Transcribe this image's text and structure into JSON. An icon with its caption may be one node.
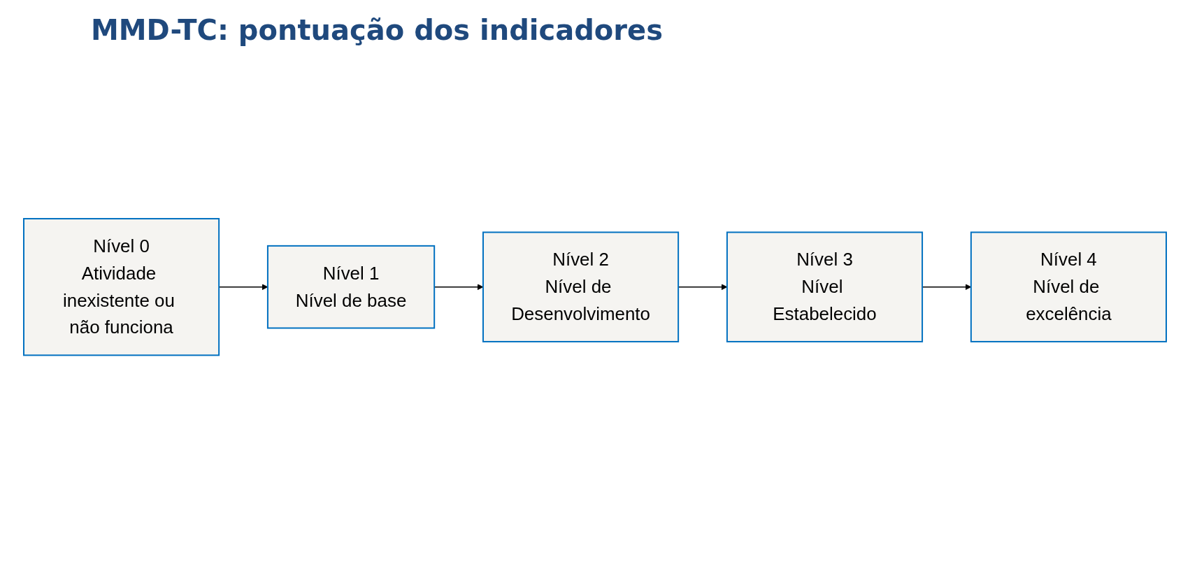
{
  "diagram": {
    "title": "MMD-TC: pontuação dos indicadores",
    "nodes": [
      {
        "text": [
          "Nível 0",
          "Atividade inexistente ou não funciona"
        ]
      },
      {
        "text": [
          "Nível 1",
          "Nível de base"
        ]
      },
      {
        "text": [
          "Nível 2",
          "Nível de Desenvolvimento"
        ]
      },
      {
        "text": [
          "Nível 3",
          "Nível Estabelecido"
        ]
      },
      {
        "text": [
          "Nível 4",
          "Nível de excelência"
        ]
      }
    ],
    "edges": [
      {
        "from": 0,
        "to": 1,
        "arrow": "to"
      },
      {
        "from": 1,
        "to": 2,
        "arrow": "to"
      },
      {
        "from": 2,
        "to": 3,
        "arrow": "to"
      },
      {
        "from": 3,
        "to": 4,
        "arrow": "to"
      }
    ]
  }
}
